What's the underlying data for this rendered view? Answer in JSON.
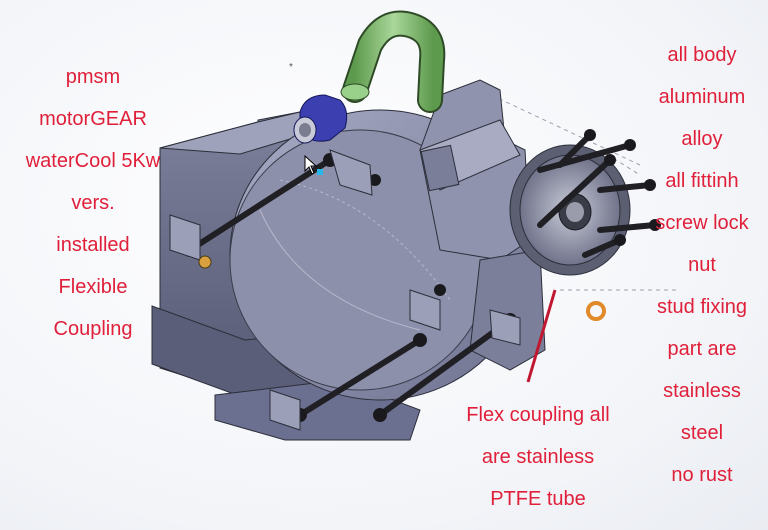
{
  "annotations": {
    "left": [
      "pmsm",
      "motorGEAR",
      "waterCool 5Kw",
      "vers.",
      "installed",
      "Flexible",
      "Coupling"
    ],
    "right": [
      "all  body",
      "aluminum",
      "alloy",
      "all fittinh",
      "screw lock",
      "nut",
      "stud fixing",
      "part are",
      "stainless",
      "steel",
      "no rust"
    ],
    "bottom": [
      "Flex coupling all",
      "are stainless",
      "PTFE tube"
    ]
  },
  "colors": {
    "annotation_text": "#e0203a",
    "body_metal": "#8a8ea8",
    "hose": "#7fb86a",
    "fitting": "#3b3fb0",
    "stud": "#2a2a2e",
    "accent_pin": "#e08a2a"
  },
  "icons": {
    "cursor": "arrow-cursor-icon"
  }
}
